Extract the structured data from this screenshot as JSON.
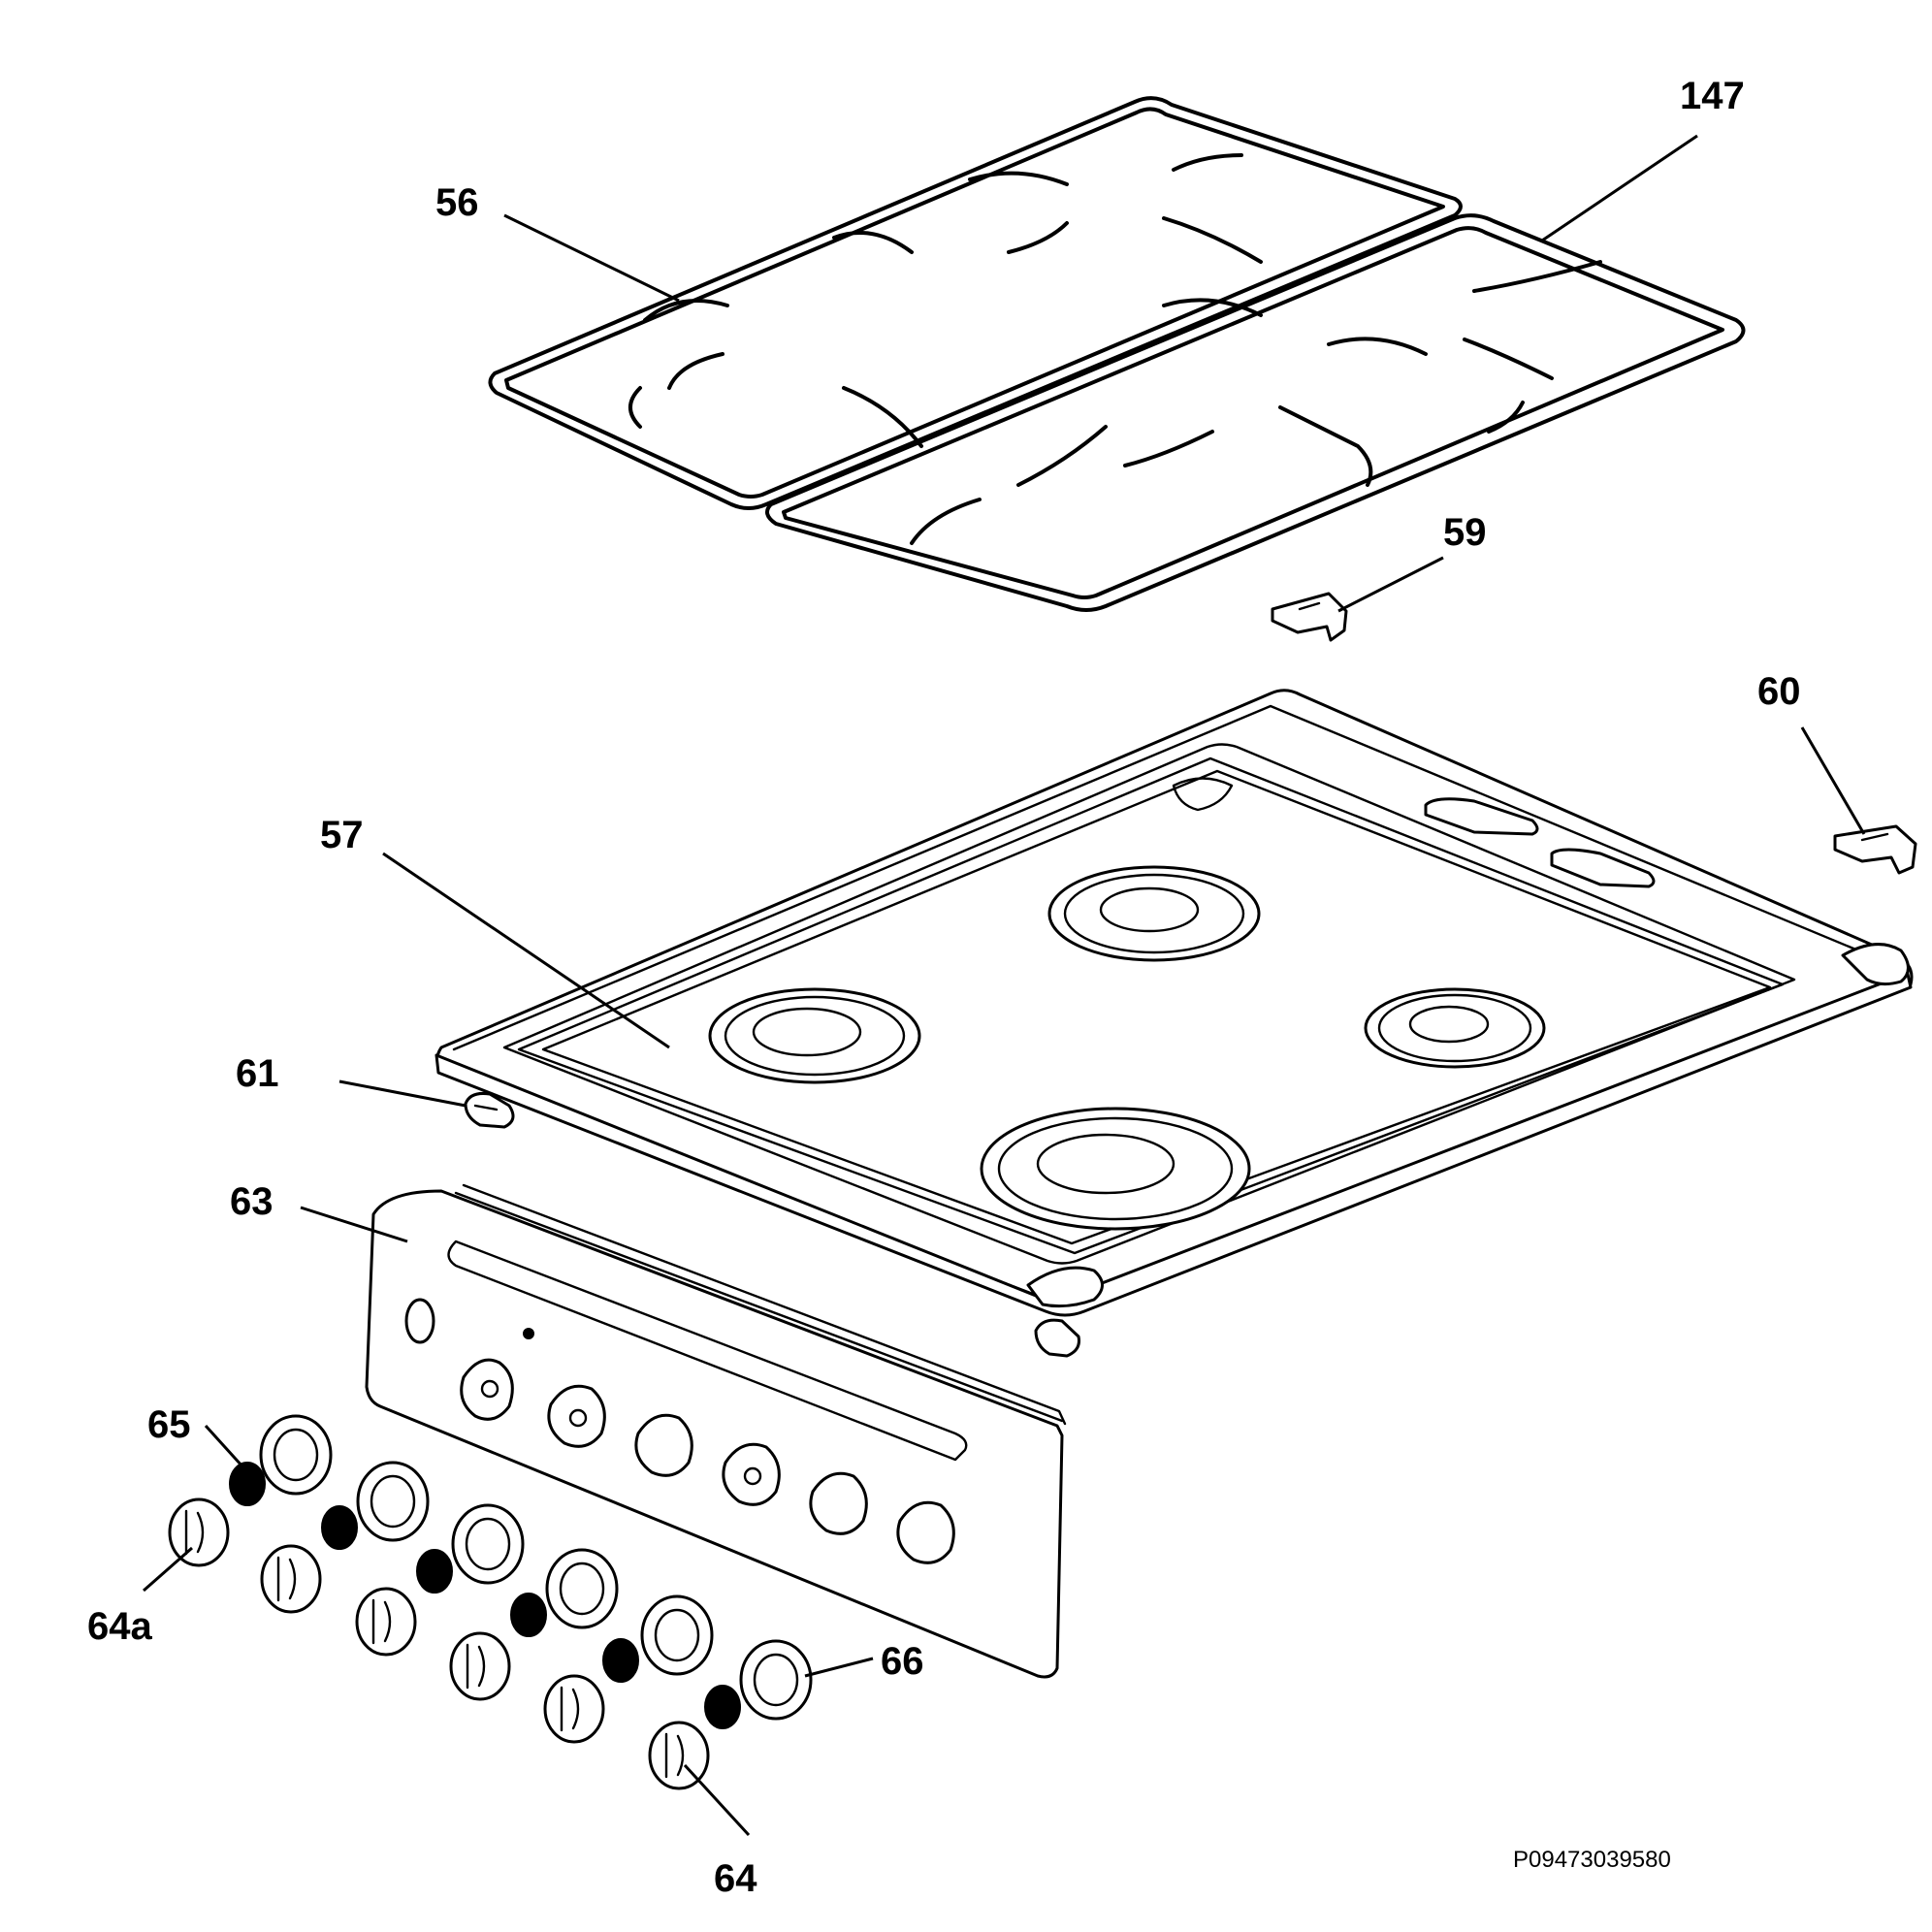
{
  "diagram": {
    "reference_code": "P09473039580",
    "callouts": {
      "pan_support_left": "56",
      "pan_support_right": "147",
      "clip_59": "59",
      "clip_60": "60",
      "hob_top": "57",
      "clip_61": "61",
      "control_panel": "63",
      "knob_ring_dark": "65",
      "knob_special": "64a",
      "knob_bezel": "66",
      "knob": "64"
    }
  }
}
